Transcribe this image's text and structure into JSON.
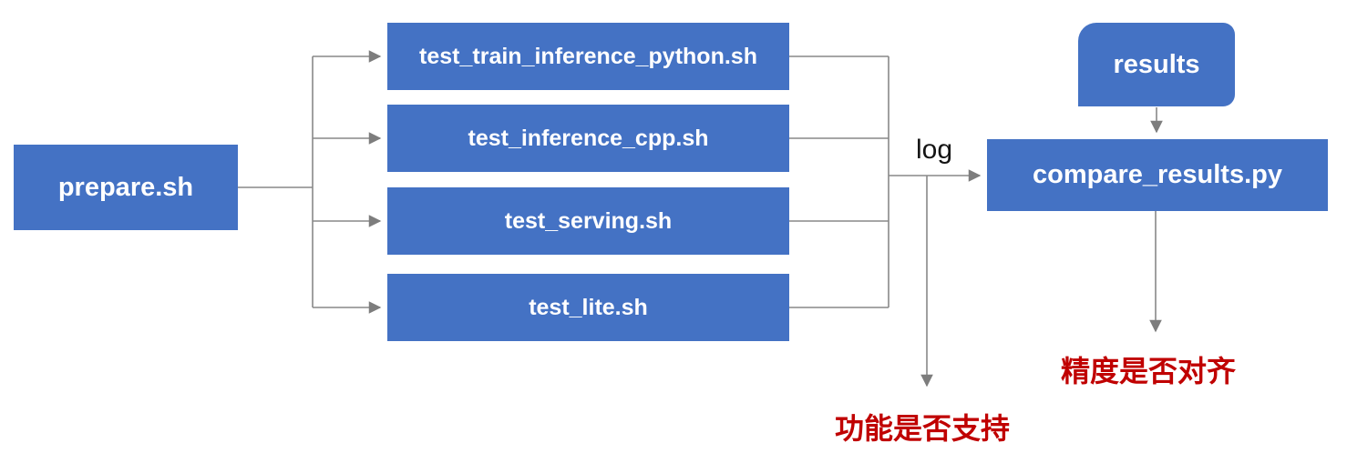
{
  "diagram": {
    "nodes": {
      "prepare": {
        "label": "prepare.sh"
      },
      "test_train": {
        "label": "test_train_inference_python.sh"
      },
      "test_cpp": {
        "label": "test_inference_cpp.sh"
      },
      "test_serving": {
        "label": "test_serving.sh"
      },
      "test_lite": {
        "label": "test_lite.sh"
      },
      "results": {
        "label": "results"
      },
      "compare": {
        "label": "compare_results.py"
      }
    },
    "edge_labels": {
      "log": "log"
    },
    "annotations": {
      "function_support": "功能是否支持",
      "precision_aligned": "精度是否对齐"
    },
    "colors": {
      "node_fill": "#4472C4",
      "node_text": "#FFFFFF",
      "connector": "#898989",
      "annotation_text": "#C00000",
      "edge_label_text": "#141414",
      "background": "#FFFFFF"
    }
  }
}
